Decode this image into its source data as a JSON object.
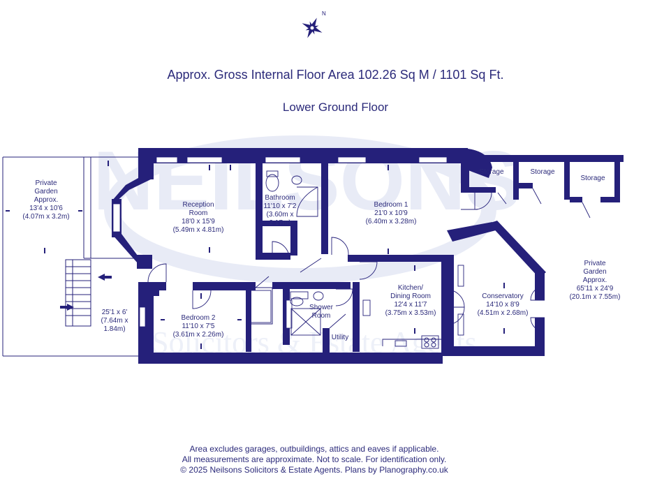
{
  "header": {
    "area_title": "Approx. Gross Internal Floor Area 102.26 Sq M / 1101 Sq Ft.",
    "floor_name": "Lower Ground Floor"
  },
  "rooms": {
    "private_garden_left": {
      "lines": [
        "Private",
        "Garden",
        "Approx.",
        "13'4 x 10'6",
        "(4.07m x 3.2m)"
      ]
    },
    "reception_room": {
      "lines": [
        "Reception",
        "Room",
        "18'0 x 15'9",
        "(5.49m x 4.81m)"
      ]
    },
    "bathroom": {
      "lines": [
        "Bathroom",
        "11'10 x 7'2",
        "(3.60m x",
        "2.17m)"
      ]
    },
    "bedroom_1": {
      "lines": [
        "Bedroom 1",
        "21'0 x 10'9",
        "(6.40m x 3.28m)"
      ]
    },
    "storage_1": {
      "lines": [
        "Storage"
      ]
    },
    "storage_2": {
      "lines": [
        "Storage"
      ]
    },
    "storage_3": {
      "lines": [
        "Storage"
      ]
    },
    "private_garden_right": {
      "lines": [
        "Private",
        "Garden",
        "Approx.",
        "65'11 x 24'9",
        "(20.1m x 7.55m)"
      ]
    },
    "passage": {
      "lines": [
        "25'1 x 6'",
        "(7.64m x",
        "1.84m)"
      ]
    },
    "bedroom_2": {
      "lines": [
        "Bedroom 2",
        "11'10 x 7'5",
        "(3.61m x 2.26m)"
      ]
    },
    "shower_room": {
      "lines": [
        "Shower",
        "Room"
      ]
    },
    "utility": {
      "lines": [
        "Utility"
      ]
    },
    "kitchen": {
      "lines": [
        "Kitchen/",
        "Dining Room",
        "12'4 x 11'7",
        "(3.75m x 3.53m)"
      ]
    },
    "conservatory": {
      "lines": [
        "Conservatory",
        "14'10 x 8'9",
        "(4.51m x 2.68m)"
      ]
    }
  },
  "footer": {
    "lines": [
      "Area excludes garages, outbuildings, attics and eaves if applicable.",
      "All measurements are approximate. Not to scale. For identification only.",
      "© 2025 Neilsons Solicitors & Estate Agents. Plans by Planography.co.uk"
    ]
  },
  "watermark": {
    "text": "NEILSONS",
    "subtext": "Solicitors & Estate Agents"
  },
  "compass": {
    "north_label": "N"
  },
  "colors": {
    "wall": "#25207a",
    "ink": "#2b2a7a",
    "watermark": "#e8ebf6"
  }
}
